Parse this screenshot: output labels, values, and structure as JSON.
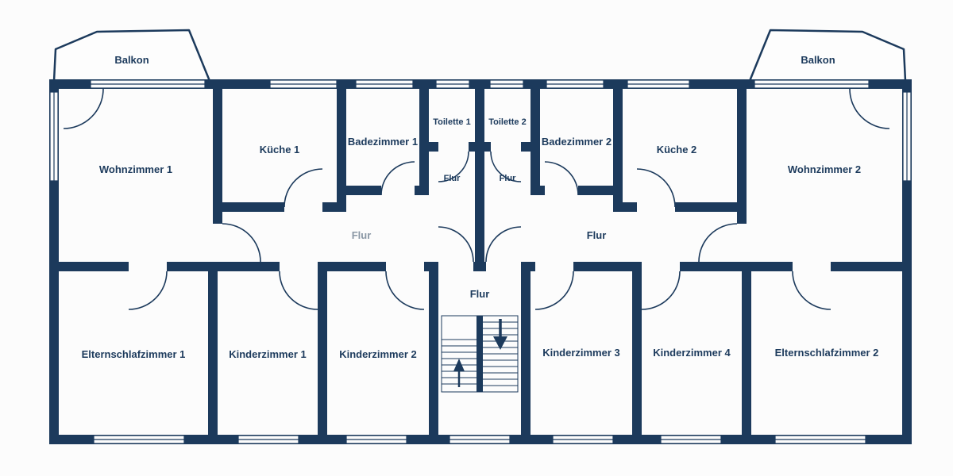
{
  "labels": {
    "balkon_left": "Balkon",
    "balkon_right": "Balkon",
    "wohnzimmer_1": "Wohnzimmer 1",
    "kueche_1": "Küche 1",
    "badezimmer_1": "Badezimmer 1",
    "toilette_1": "Toilette 1",
    "toilette_2": "Toilette 2",
    "flur_vestibule_1": "Flur",
    "flur_vestibule_2": "Flur",
    "badezimmer_2": "Badezimmer 2",
    "kueche_2": "Küche 2",
    "wohnzimmer_2": "Wohnzimmer 2",
    "flur_corridor_1": "Flur",
    "flur_corridor_2": "Flur",
    "flur_stairs": "Flur",
    "elternschlafzimmer_1": "Elternschlafzimmer 1",
    "kinderzimmer_1": "Kinderzimmer 1",
    "kinderzimmer_2": "Kinderzimmer 2",
    "kinderzimmer_3": "Kinderzimmer 3",
    "kinderzimmer_4": "Kinderzimmer 4",
    "elternschlafzimmer_2": "Elternschlafzimmer 2"
  },
  "colors": {
    "wall": "#1c3a5c",
    "background": "#fcfcfc",
    "label": "#1c3a5c",
    "label_faded": "#8a97a5"
  }
}
